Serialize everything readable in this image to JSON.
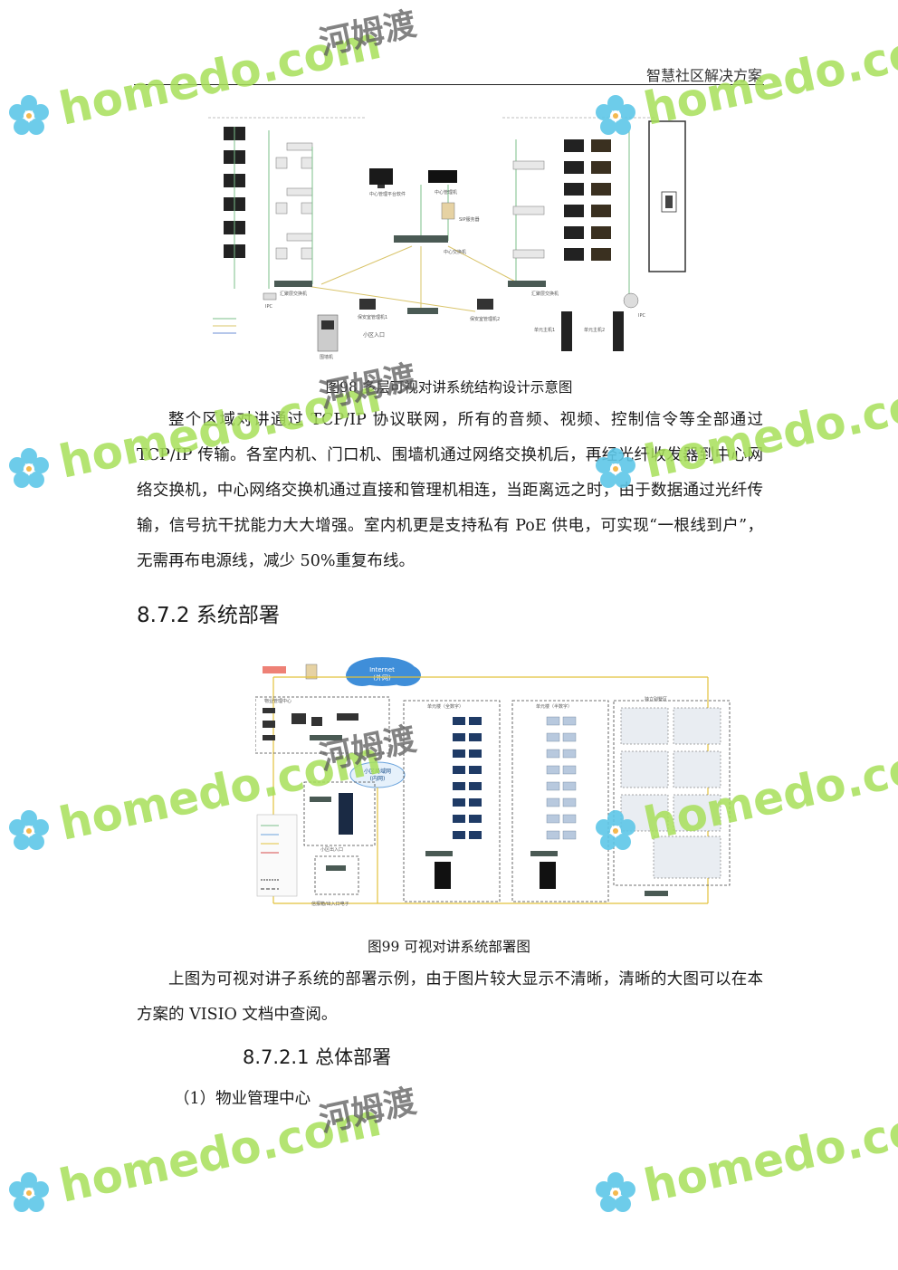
{
  "header": {
    "title": "智慧社区解决方案"
  },
  "figure98": {
    "caption": "图98 多层可视对讲系统结构设计示意图",
    "labels": {
      "center_software": "中心管理平台软件",
      "center_manager": "中心管理机",
      "sip_server": "SIP服务器",
      "center_switch": "中心交换机",
      "agg_switch": "汇聚层交换机",
      "guard1": "保安室管理机1",
      "guard2": "保安室管理机2",
      "fence": "围墙机",
      "entrance": "小区入口",
      "unit_host1": "单元主机1",
      "unit_host2": "单元主机2",
      "ipc": "IPC"
    }
  },
  "para1": "整个区域对讲通过 TCP/IP 协议联网，所有的音频、视频、控制信令等全部通过 TCP/IP 传输。各室内机、门口机、围墙机通过网络交换机后，再经光纤收发器到中心网络交换机，中心网络交换机通过直接和管理机相连，当距离远之时，由于数据通过光纤传输，信号抗干扰能力大大增强。室内机更是支持私有 PoE 供电，可实现“一根线到户”，无需再布电源线，减少 50%重复布线。",
  "section_heading": "8.7.2 系统部署",
  "figure99": {
    "caption": "图99 可视对讲系统部署图",
    "labels": {
      "internet": "Internet",
      "internet_sub": "(外网)",
      "lan": "小区局域网",
      "lan_sub": "(内网)",
      "property_center": "物业管理中心",
      "entrance": "小区出入口",
      "fence": "信报箱/出入口电子",
      "building_a": "单元楼（全数字）",
      "building_b": "单元楼（半数字）",
      "villa": "独立别墅区"
    }
  },
  "para2": "上图为可视对讲子系统的部署示例，由于图片较大显示不清晰，清晰的大图可以在本方案的 VISIO 文档中查阅。",
  "subsection_heading": "8.7.2.1 总体部署",
  "list_item": "（1）物业管理中心",
  "watermark": {
    "brand": "homedo.com",
    "cn": "河姆渡",
    "color": "#a8e05a"
  }
}
